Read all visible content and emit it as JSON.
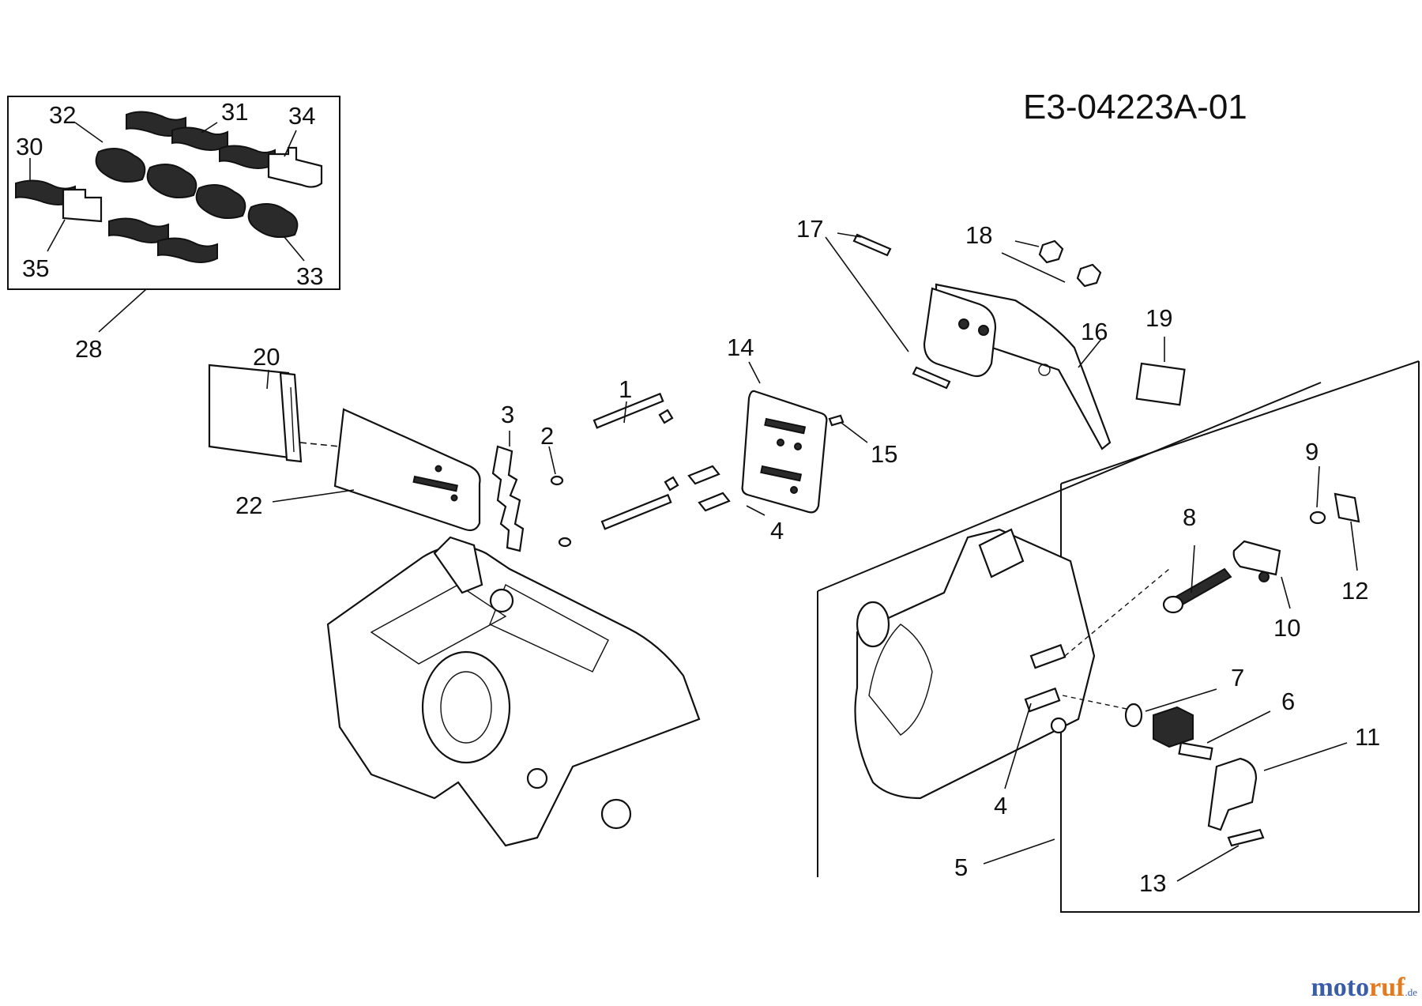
{
  "diagram_code": "E3-04223A-01",
  "callouts": [
    {
      "id": "c32",
      "label": "32"
    },
    {
      "id": "c31",
      "label": "31"
    },
    {
      "id": "c34",
      "label": "34"
    },
    {
      "id": "c30",
      "label": "30"
    },
    {
      "id": "c35",
      "label": "35"
    },
    {
      "id": "c33",
      "label": "33"
    },
    {
      "id": "c28",
      "label": "28"
    },
    {
      "id": "c20",
      "label": "20"
    },
    {
      "id": "c22",
      "label": "22"
    },
    {
      "id": "c3",
      "label": "3"
    },
    {
      "id": "c2",
      "label": "2"
    },
    {
      "id": "c1",
      "label": "1"
    },
    {
      "id": "c14",
      "label": "14"
    },
    {
      "id": "c15",
      "label": "15"
    },
    {
      "id": "c4a",
      "label": "4"
    },
    {
      "id": "c17",
      "label": "17"
    },
    {
      "id": "c18",
      "label": "18"
    },
    {
      "id": "c16",
      "label": "16"
    },
    {
      "id": "c19",
      "label": "19"
    },
    {
      "id": "c9",
      "label": "9"
    },
    {
      "id": "c8",
      "label": "8"
    },
    {
      "id": "c12",
      "label": "12"
    },
    {
      "id": "c10",
      "label": "10"
    },
    {
      "id": "c7",
      "label": "7"
    },
    {
      "id": "c6",
      "label": "6"
    },
    {
      "id": "c11",
      "label": "11"
    },
    {
      "id": "c4b",
      "label": "4"
    },
    {
      "id": "c5",
      "label": "5"
    },
    {
      "id": "c13",
      "label": "13"
    }
  ],
  "watermark": {
    "part1": "moto",
    "part2": "ruf",
    "suffix": ".de"
  },
  "icons": [
    "chain-link-icon",
    "guide-bar-icon",
    "crankcase-icon",
    "oil-pump-icon"
  ]
}
